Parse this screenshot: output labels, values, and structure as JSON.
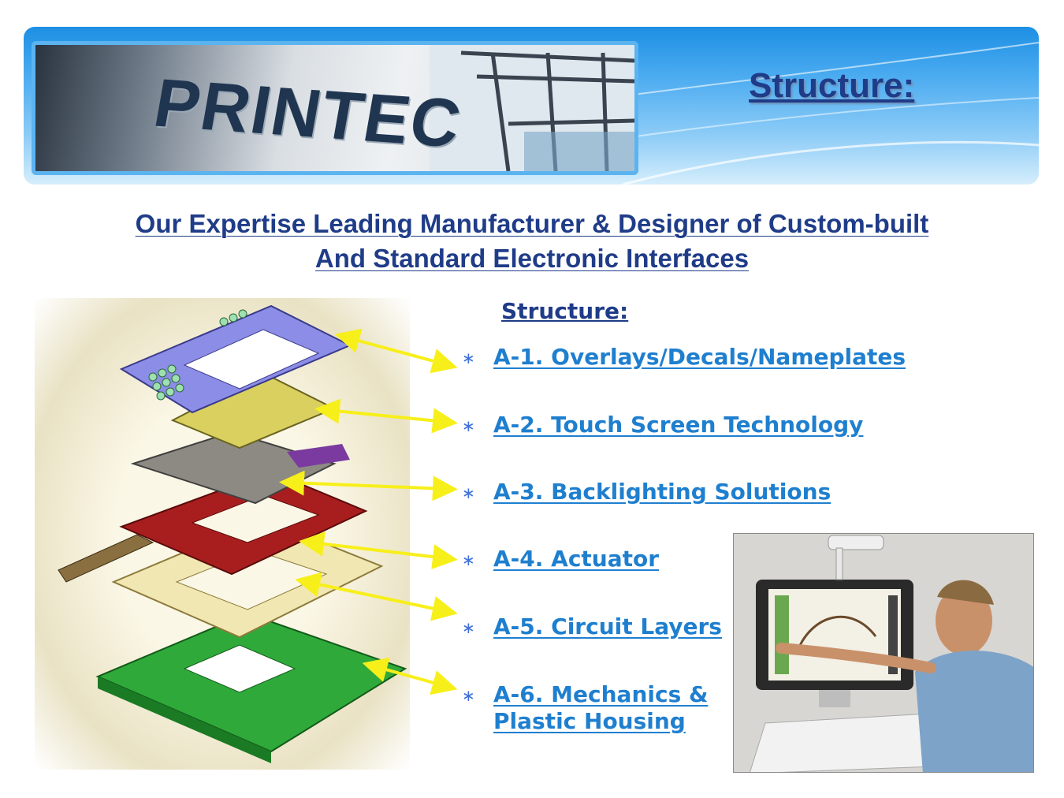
{
  "header": {
    "logo_text": "PRINTEC",
    "title": "Structure:"
  },
  "headline": {
    "line1": "Our Expertise Leading Manufacturer & Designer of Custom-built",
    "line2": "And  Standard Electronic Interfaces"
  },
  "structure": {
    "heading": "Structure:",
    "items": [
      {
        "label": "A-1. Overlays/Decals/Nameplates"
      },
      {
        "label": "A-2. Touch Screen Technology"
      },
      {
        "label": "A-3. Backlighting Solutions"
      },
      {
        "label": "A-4. Actuator"
      },
      {
        "label": "A-5. Circuit Layers"
      },
      {
        "label": "A-6. Mechanics &",
        "label2": "Plastic Housing"
      }
    ]
  },
  "colors": {
    "title_blue": "#1f3c88",
    "link_blue": "#1f7fcf",
    "arrow_yellow": "#f7ef1a",
    "header_blue": "#1d8fe3"
  },
  "icons": {
    "bullet": "asterisk-bullet-icon"
  }
}
